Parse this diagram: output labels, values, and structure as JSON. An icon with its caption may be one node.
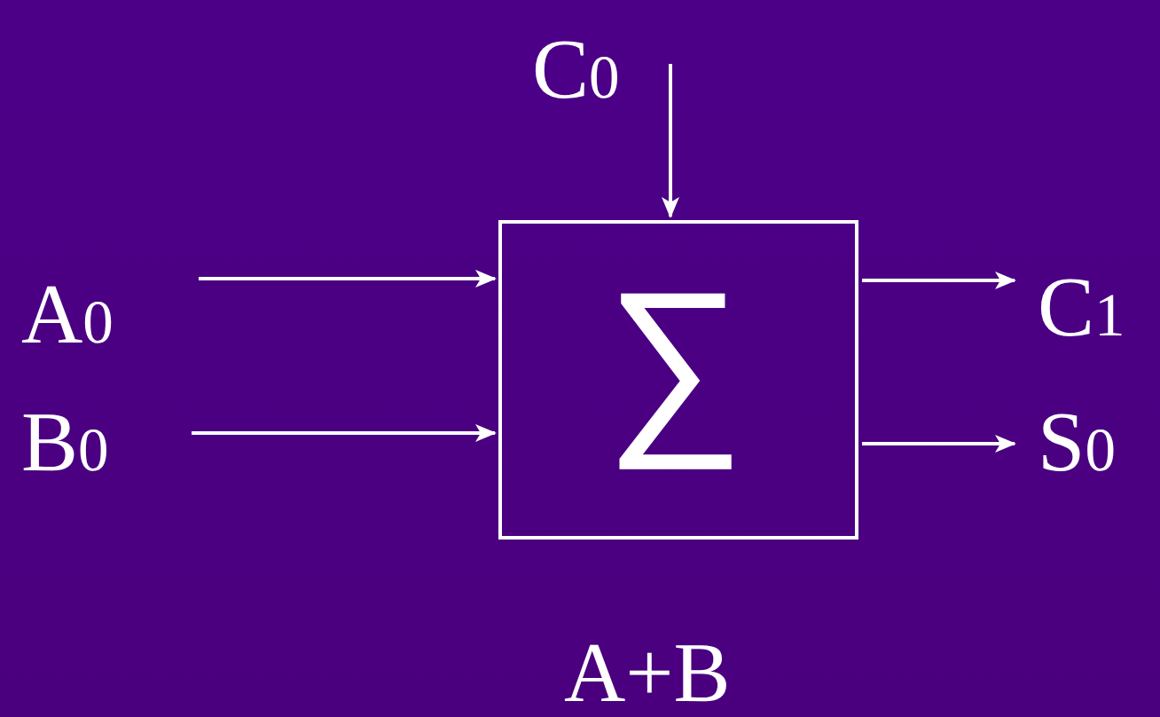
{
  "diagram": {
    "nodes": [
      {
        "text": [
          "C$_{0}$"
        ]
      },
      {
        "text": [
          "A$_{0}$"
        ]
      },
      {
        "text": [
          "B$_{0}$"
        ]
      },
      {
        "text": [
          "∑"
        ],
        "beside": [
          "A+B"
        ]
      },
      {
        "text": [
          "C$_{1}$"
        ]
      },
      {
        "text": [
          "S$_{0}$"
        ]
      }
    ],
    "edges": [
      {
        "from": 0,
        "to": 3,
        "arrow": "to"
      },
      {
        "from": 1,
        "to": 3,
        "arrow": "to"
      },
      {
        "from": 2,
        "to": 3,
        "arrow": "to"
      },
      {
        "from": 3,
        "to": 4,
        "arrow": "to"
      },
      {
        "from": 3,
        "to": 5,
        "arrow": "to"
      }
    ]
  }
}
